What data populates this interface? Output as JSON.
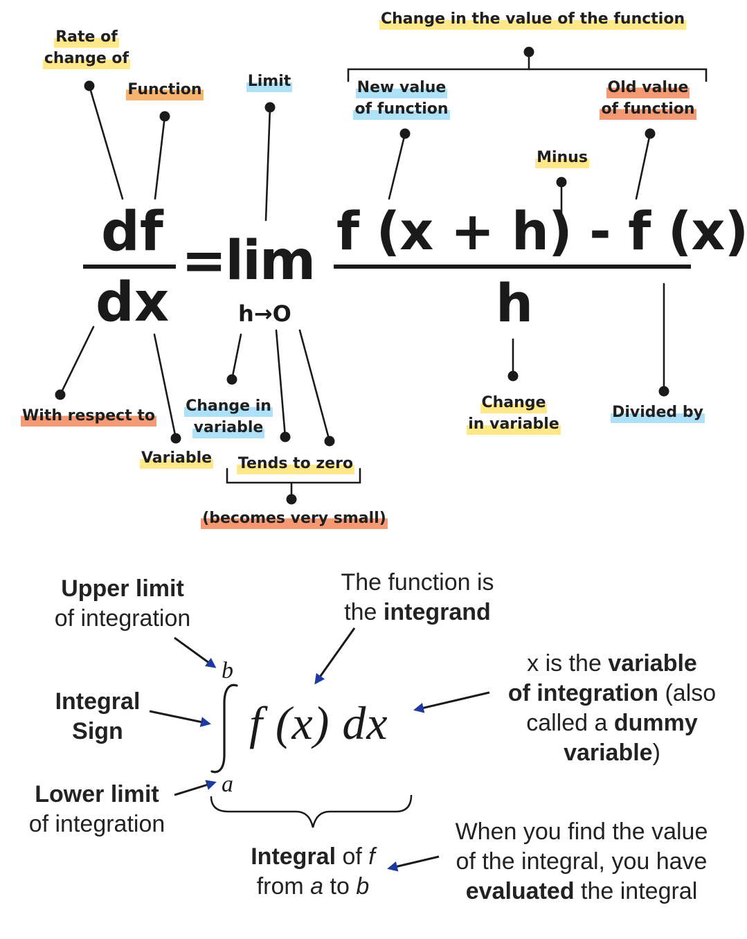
{
  "derivative": {
    "numerator": "df",
    "denominator": "dx",
    "equals_lim": "=lim",
    "limit_sub": "h→O",
    "expr_numerator": "f (x + h) - f (x)",
    "expr_denominator": "h",
    "labels": {
      "change_in_value": "Change in the value of the function",
      "rate_of_change_line1": "Rate of",
      "rate_of_change_line2": "change of",
      "function": "Function",
      "limit": "Limit",
      "new_value_line1": "New value",
      "new_value_line2": "of function",
      "old_value_line1": "Old value",
      "old_value_line2": "of function",
      "minus": "Minus",
      "with_respect_to": "With respect to",
      "variable": "Variable",
      "change_in_variable_1_line1": "Change in",
      "change_in_variable_1_line2": "variable",
      "tends_to_zero": "Tends to zero",
      "becomes_very_small": "(becomes very small)",
      "change_in_variable_2_line1": "Change",
      "change_in_variable_2_line2": "in variable",
      "divided_by": "Divided by"
    }
  },
  "integral": {
    "upper": "b",
    "lower": "a",
    "integrand": "f (x) dx",
    "upper_limit": {
      "bold": "Upper limit",
      "rest": "of integration"
    },
    "integral_sign": {
      "line1": "Integral",
      "line2": "Sign"
    },
    "lower_limit": {
      "bold": "Lower limit",
      "rest": "of integration"
    },
    "function_is": {
      "line1": "The function is",
      "pre": "the ",
      "bold": "integrand"
    },
    "variable_of_integration": {
      "l1_pre": "x is the ",
      "l1_bold": "variable",
      "l2_bold": "of integration",
      "l2_rest": " (also",
      "l3_pre": "called a ",
      "l3_bold": "dummy",
      "l4_bold": "variable",
      "l4_rest": ")"
    },
    "integral_of": {
      "bold": "Integral",
      "rest": " of ",
      "f": "f",
      "from": "from ",
      "a": "a",
      "to": " to ",
      "b": "b"
    },
    "evaluated": {
      "line1": "When you find the value",
      "line2": "of the integral, you have",
      "bold": "evaluated",
      "rest": " the integral"
    }
  },
  "colors": {
    "yellow_highlight": "#ffe88a",
    "blue_highlight": "#aee0f7",
    "red_highlight": "#f39a74",
    "arrow_blue": "#1f3a9e"
  }
}
